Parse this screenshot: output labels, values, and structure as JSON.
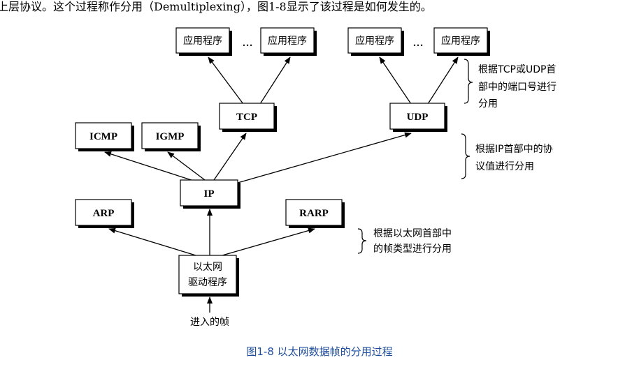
{
  "intro_text": "上层协议。这个过程称作分用（Demultiplexing），图1-8显示了该过程是如何发生的。",
  "caption": "图1-8   以太网数据帧的分用过程",
  "nodes": {
    "app1": "应用程序",
    "app2": "应用程序",
    "app3": "应用程序",
    "app4": "应用程序",
    "ellipsis_left": "…",
    "ellipsis_right": "…",
    "tcp": "TCP",
    "udp": "UDP",
    "icmp": "ICMP",
    "igmp": "IGMP",
    "ip": "IP",
    "arp": "ARP",
    "rarp": "RARP",
    "driver_line1": "以太网",
    "driver_line2": "驱动程序",
    "incoming": "进入的帧"
  },
  "notes": {
    "transport": [
      "根据TCP或UDP首",
      "部中的端口号进行",
      "分用"
    ],
    "ip": [
      "根据IP首部中的协",
      "议值进行分用"
    ],
    "ethernet": [
      "根据以太网首部中",
      "的帧类型进行分用"
    ]
  }
}
